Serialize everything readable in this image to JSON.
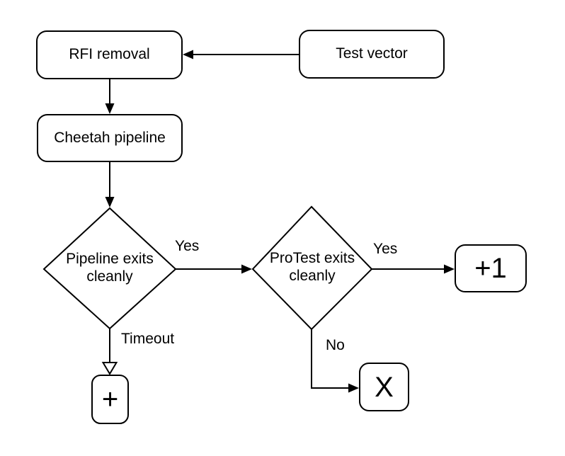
{
  "canvas": {
    "background": "#ffffff"
  },
  "diagram": {
    "type": "flowchart",
    "colors": {
      "stroke": "#000000",
      "node_fill": "#ffffff",
      "text": "#000000"
    },
    "nodes": [
      {
        "id": "rfi-removal",
        "shape": "rounded-rectangle",
        "label": "RFI removal"
      },
      {
        "id": "test-vector",
        "shape": "rounded-rectangle",
        "label": "Test vector"
      },
      {
        "id": "cheetah-pipeline",
        "shape": "rounded-rectangle",
        "label": "Cheetah pipeline"
      },
      {
        "id": "pipeline-exits-cleanly",
        "shape": "decision-diamond",
        "label": "Pipeline exits cleanly"
      },
      {
        "id": "protest-exits-cleanly",
        "shape": "decision-diamond",
        "label": "ProTest exits cleanly"
      },
      {
        "id": "plus-one",
        "shape": "rounded-rectangle",
        "label": "+1"
      },
      {
        "id": "plus",
        "shape": "rounded-rectangle",
        "label": "+"
      },
      {
        "id": "x-fail",
        "shape": "rounded-rectangle",
        "label": "X"
      }
    ],
    "edges": [
      {
        "from": "test-vector",
        "to": "rfi-removal",
        "label": "",
        "arrowhead": "filled"
      },
      {
        "from": "rfi-removal",
        "to": "cheetah-pipeline",
        "label": "",
        "arrowhead": "filled"
      },
      {
        "from": "cheetah-pipeline",
        "to": "pipeline-exits-cleanly",
        "label": "",
        "arrowhead": "filled"
      },
      {
        "from": "pipeline-exits-cleanly",
        "to": "protest-exits-cleanly",
        "label": "Yes",
        "arrowhead": "filled"
      },
      {
        "from": "protest-exits-cleanly",
        "to": "plus-one",
        "label": "Yes",
        "arrowhead": "filled"
      },
      {
        "from": "pipeline-exits-cleanly",
        "to": "plus",
        "label": "Timeout",
        "arrowhead": "open"
      },
      {
        "from": "protest-exits-cleanly",
        "to": "x-fail",
        "label": "No",
        "arrowhead": "filled"
      }
    ]
  }
}
